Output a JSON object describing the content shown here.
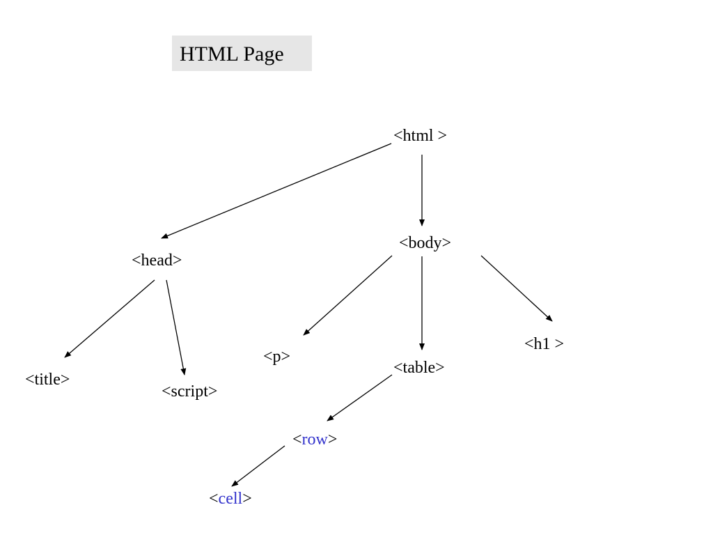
{
  "slide": {
    "title": "HTML Page"
  },
  "nodes": {
    "html": "<html >",
    "head": "<head>",
    "body": "<body>",
    "title": "<title>",
    "script": "<script>",
    "p": "<p>",
    "table": "<table>",
    "h1": "<h1 >",
    "row": {
      "open": "<",
      "name": "row",
      "close": ">"
    },
    "cell": {
      "open": "<",
      "name": "cell",
      "close": ">"
    }
  },
  "colors": {
    "text": "#000000",
    "highlight": "#3333cc",
    "title_box": "#e6e6e6"
  }
}
